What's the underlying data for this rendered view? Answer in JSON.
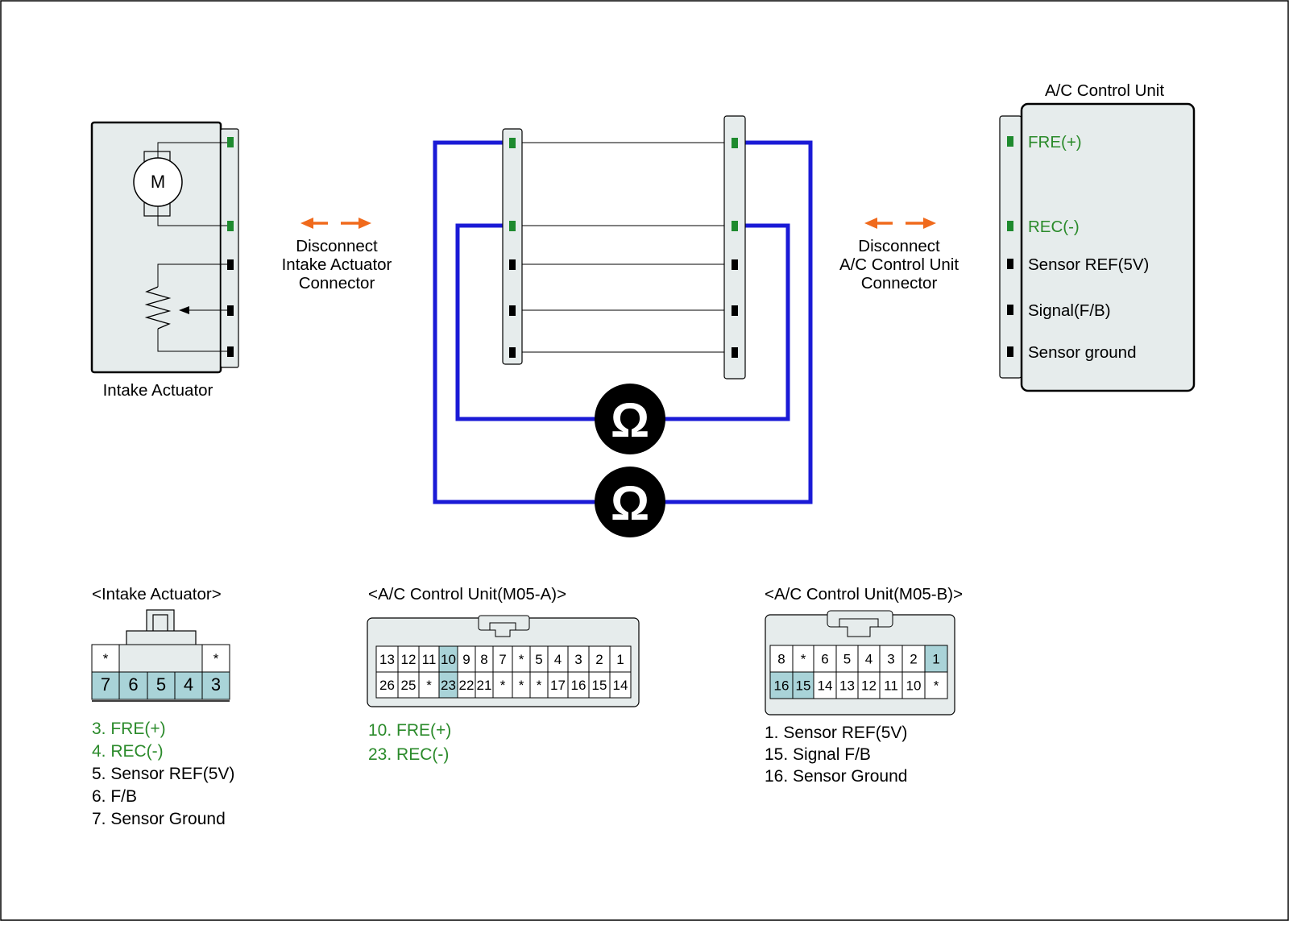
{
  "labels": {
    "intake_actuator": "Intake Actuator",
    "motor_symbol": "M",
    "ohm_symbol": "Ω",
    "disconnect_left": [
      "Disconnect",
      "Intake Actuator",
      "Connector"
    ],
    "disconnect_right": [
      "Disconnect",
      "A/C Control Unit",
      "Connector"
    ],
    "ac_control_unit": "A/C Control Unit"
  },
  "ac_unit_pins": [
    {
      "label": "FRE(+)",
      "highlight": true
    },
    {
      "label": "REC(-)",
      "highlight": true
    },
    {
      "label": "Sensor REF(5V)",
      "highlight": false
    },
    {
      "label": "Signal(F/B)",
      "highlight": false
    },
    {
      "label": "Sensor ground",
      "highlight": false
    }
  ],
  "connectors": {
    "intake": {
      "title": "<Intake Actuator>",
      "top_row": [
        "*",
        "",
        "",
        "",
        "*"
      ],
      "bottom_row": [
        "7",
        "6",
        "5",
        "4",
        "3"
      ],
      "highlighted": [
        "7",
        "6",
        "5",
        "4",
        "3"
      ],
      "legend": [
        {
          "text": "3. FRE(+)",
          "green": true
        },
        {
          "text": "4. REC(-)",
          "green": true
        },
        {
          "text": "5. Sensor REF(5V)",
          "green": false
        },
        {
          "text": "6. F/B",
          "green": false
        },
        {
          "text": "7. Sensor Ground",
          "green": false
        }
      ]
    },
    "m05a": {
      "title": "<A/C Control Unit(M05-A)>",
      "top_row": [
        "13",
        "12",
        "11",
        "10",
        "9",
        "8",
        "7",
        "*",
        "5",
        "4",
        "3",
        "2",
        "1"
      ],
      "bottom_row": [
        "26",
        "25",
        "*",
        "23",
        "22",
        "21",
        "*",
        "*",
        "*",
        "17",
        "16",
        "15",
        "14"
      ],
      "highlighted": [
        "10",
        "23"
      ],
      "legend": [
        {
          "text": "10. FRE(+)",
          "green": true
        },
        {
          "text": "23. REC(-)",
          "green": true
        }
      ]
    },
    "m05b": {
      "title": "<A/C Control Unit(M05-B)>",
      "top_row": [
        "8",
        "*",
        "6",
        "5",
        "4",
        "3",
        "2",
        "1"
      ],
      "bottom_row": [
        "16",
        "15",
        "14",
        "13",
        "12",
        "11",
        "10",
        "*"
      ],
      "highlighted": [
        "1",
        "16",
        "15"
      ],
      "legend": [
        {
          "text": "1. Sensor REF(5V)",
          "green": false
        },
        {
          "text": "15. Signal F/B",
          "green": false
        },
        {
          "text": "16. Sensor Ground",
          "green": false
        }
      ]
    }
  },
  "colors": {
    "wire_blue": "#1a1ad6",
    "arrow_orange": "#f06a1c",
    "pin_green": "#1e8a2e",
    "text_green": "#2a8a2a",
    "highlight_cell": "#a9d3d8",
    "connector_fill": "#e6ecec"
  }
}
